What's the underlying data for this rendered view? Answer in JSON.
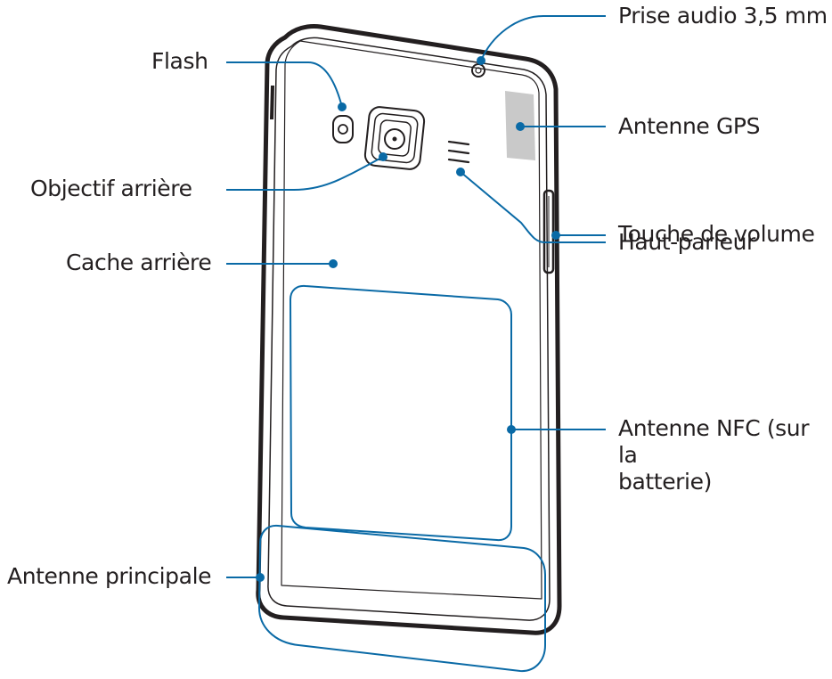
{
  "colors": {
    "leader": "#0a6aa6",
    "outline": "#231f20",
    "text": "#231f20"
  },
  "labels": {
    "flash": "Flash",
    "rear_lens": "Objectif arrière",
    "back_cover": "Cache arrière",
    "main_antenna": "Antenne principale",
    "audio_jack": "Prise audio 3,5 mm",
    "gps_antenna": "Antenne GPS",
    "volume_key": "Touche de volume",
    "speaker": "Haut-parleur",
    "nfc_antenna_line1": "Antenne NFC (sur la",
    "nfc_antenna_line2": "batterie)"
  }
}
